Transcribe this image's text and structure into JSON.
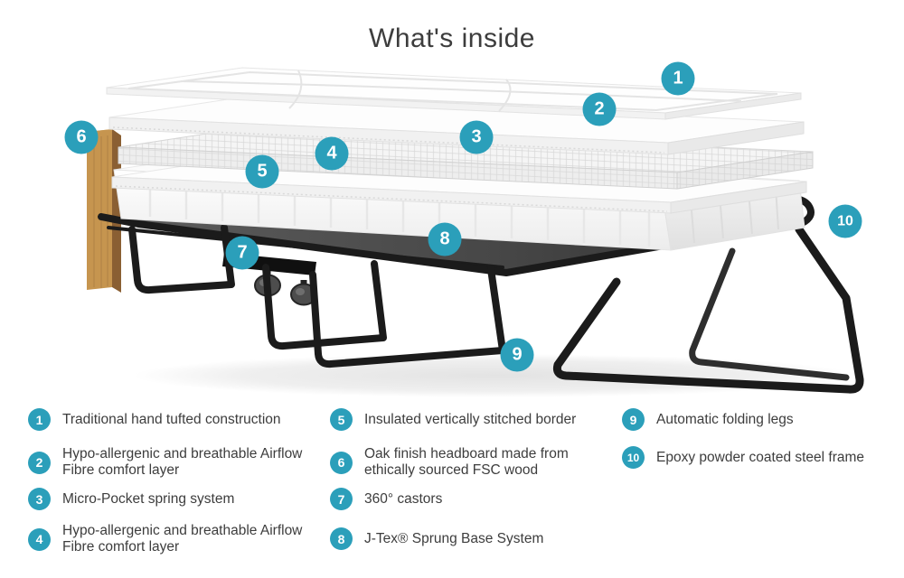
{
  "title": "What's inside",
  "theme": {
    "accent": "#2B9FBA",
    "text": "#3D3D3D",
    "frame": "#1B1B1B",
    "wood": "#C6954F",
    "mesh": "#474747",
    "background": "#FFFFFF"
  },
  "callouts": [
    "1",
    "2",
    "3",
    "4",
    "5",
    "6",
    "7",
    "8",
    "9",
    "10"
  ],
  "legend": {
    "columns": [
      {
        "items": [
          {
            "number": "1",
            "label": "Traditional hand tufted construction"
          },
          {
            "number": "2",
            "label": "Hypo-allergenic and breathable Airflow Fibre comfort layer"
          },
          {
            "number": "3",
            "label": "Micro-Pocket spring system"
          },
          {
            "number": "4",
            "label": "Hypo-allergenic and breathable Airflow Fibre comfort layer"
          }
        ]
      },
      {
        "items": [
          {
            "number": "5",
            "label": "Insulated vertically stitched border"
          },
          {
            "number": "6",
            "label": "Oak finish headboard made from ethically sourced FSC wood"
          },
          {
            "number": "7",
            "label": "360° castors"
          },
          {
            "number": "8",
            "label": "J-Tex® Sprung Base System"
          }
        ]
      },
      {
        "items": [
          {
            "number": "9",
            "label": "Automatic folding legs"
          },
          {
            "number": "10",
            "label": "Epoxy powder coated steel frame"
          }
        ]
      }
    ]
  }
}
